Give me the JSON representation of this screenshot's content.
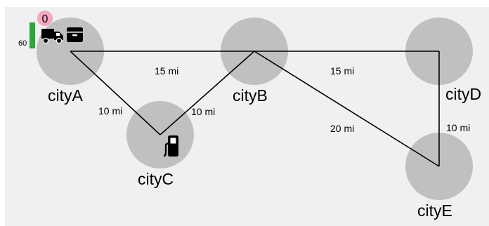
{
  "colors": {
    "board_background": "#f0f0f0",
    "city": "#c0c0c0",
    "fuel_bar": "#27a83a",
    "badge": "#f4a7c1"
  },
  "cities": [
    {
      "id": "cityA",
      "label": "cityA"
    },
    {
      "id": "cityB",
      "label": "cityB"
    },
    {
      "id": "cityC",
      "label": "cityC"
    },
    {
      "id": "cityD",
      "label": "cityD"
    },
    {
      "id": "cityE",
      "label": "cityE"
    }
  ],
  "roads": [
    {
      "from": "cityA",
      "to": "cityB",
      "label": "15 mi"
    },
    {
      "from": "cityA",
      "to": "cityC",
      "label": "10 mi"
    },
    {
      "from": "cityC",
      "to": "cityB",
      "label": "10 mi"
    },
    {
      "from": "cityB",
      "to": "cityD",
      "label": "15 mi"
    },
    {
      "from": "cityB",
      "to": "cityE",
      "label": "20 mi"
    },
    {
      "from": "cityD",
      "to": "cityE",
      "label": "10 mi"
    }
  ],
  "truck": {
    "location": "cityA",
    "fuel_label": "60",
    "fuel_fraction": 1.0,
    "badge_count": "0",
    "truck_icon": "truck-icon",
    "package_icon": "package-icon"
  },
  "gas_station": {
    "location": "cityC",
    "icon": "gas-pump-icon"
  }
}
